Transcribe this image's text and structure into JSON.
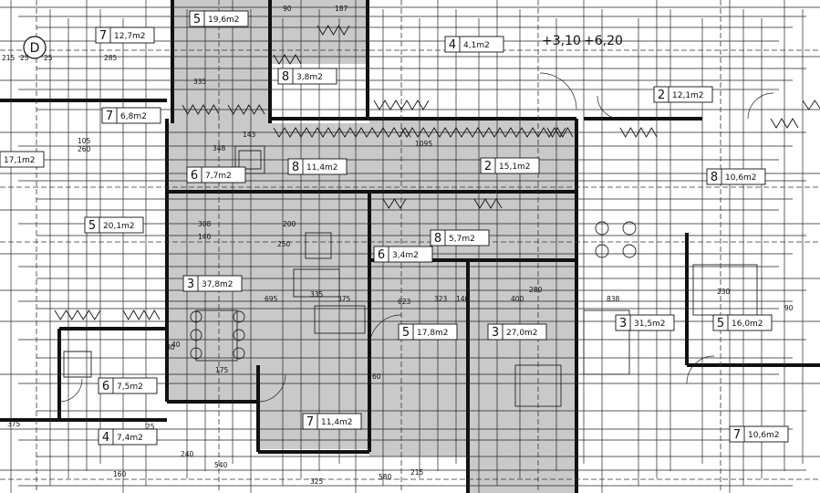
{
  "title": "",
  "colors": {
    "wall": "#111111",
    "unit_fill": "#c9c9c9",
    "line": "#222222",
    "paper": "#ffffff"
  },
  "grid_marker": "D",
  "level_marks": [
    "+3,10",
    "+6,20"
  ],
  "rooms": [
    {
      "num": "5",
      "area": "19,6m2"
    },
    {
      "num": "7",
      "area": "12,7m2"
    },
    {
      "num": "7",
      "area": "6,8m2"
    },
    {
      "num": "",
      "area": "17,1m2"
    },
    {
      "num": "8",
      "area": "11,4m2"
    },
    {
      "num": "2",
      "area": "15,1m2"
    },
    {
      "num": "2",
      "area": "12,1m2"
    },
    {
      "num": "6",
      "area": "7,7m2"
    },
    {
      "num": "5",
      "area": "20,1m2"
    },
    {
      "num": "3",
      "area": "37,8m2"
    },
    {
      "num": "8",
      "area": "5,7m2"
    },
    {
      "num": "5",
      "area": "17,8m2"
    },
    {
      "num": "3",
      "area": "27,0m2"
    },
    {
      "num": "3",
      "area": "31,5m2"
    },
    {
      "num": "5",
      "area": "16,0m2"
    },
    {
      "num": "7",
      "area": "11,4m2"
    },
    {
      "num": "7",
      "area": "10,6m2"
    },
    {
      "num": "4",
      "area": "7,4m2"
    },
    {
      "num": "6",
      "area": "7,5m2"
    },
    {
      "num": "8",
      "area": "3,8m2"
    },
    {
      "num": "8",
      "area": "10,6m2"
    },
    {
      "num": "4",
      "area": "4,1m2"
    },
    {
      "num": "6",
      "area": "3,4m2"
    }
  ],
  "dimensions": [
    "215",
    "25",
    "285",
    "90",
    "335",
    "187",
    "25",
    "105",
    "260",
    "348",
    "143",
    "308",
    "140",
    "200",
    "250",
    "335",
    "1095",
    "695",
    "375",
    "623",
    "323",
    "140",
    "400",
    "280",
    "838",
    "25",
    "240",
    "160",
    "540",
    "325",
    "580",
    "215",
    "60",
    "80",
    "175",
    "375",
    "230",
    "90",
    "40"
  ]
}
